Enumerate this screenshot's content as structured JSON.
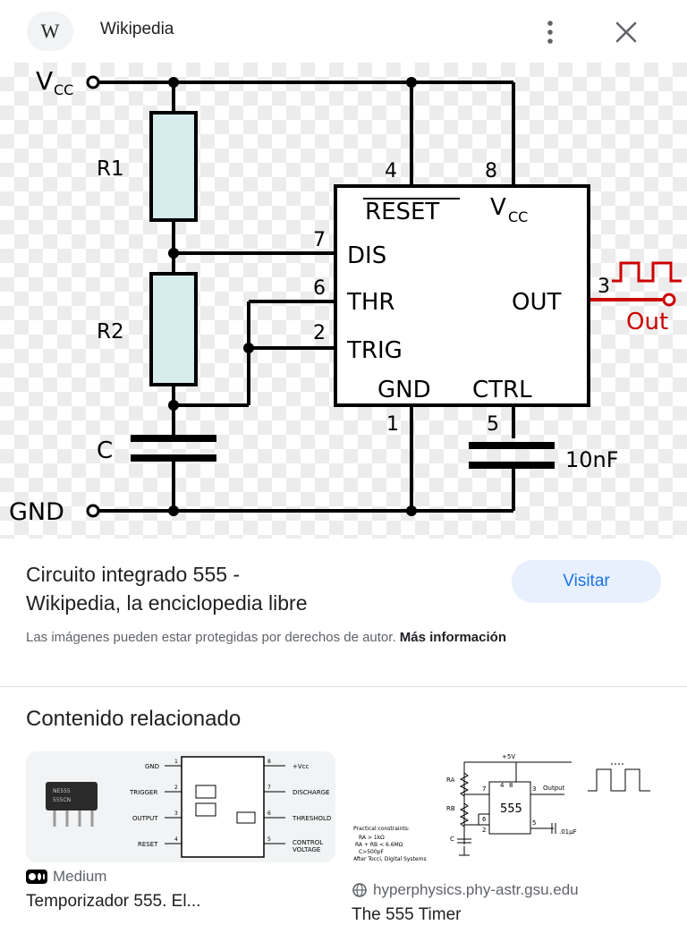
{
  "header": {
    "logo_letter": "W",
    "site_name": "Wikipedia",
    "icons": [
      "more-vert-icon",
      "close-icon"
    ]
  },
  "diagram": {
    "vcc_label": "V",
    "vcc_sub": "CC",
    "gnd_label": "GND",
    "r1_label": "R1",
    "r2_label": "R2",
    "c_label": "C",
    "cap_label": "10nF",
    "out_label": "Out",
    "pins": {
      "p4": "4",
      "p8": "8",
      "p7": "7",
      "p6": "6",
      "p2": "2",
      "p3": "3",
      "p1": "1",
      "p5": "5"
    },
    "chip": {
      "reset": "RESET",
      "vcc": "V",
      "vcc_sub": "CC",
      "dis": "DIS",
      "thr": "THR",
      "trig": "TRIG",
      "out": "OUT",
      "gnd": "GND",
      "ctrl": "CTRL"
    },
    "colors": {
      "wire": "#000000",
      "resistor_fill": "#d7ecec",
      "output": "#cc0000"
    }
  },
  "result": {
    "title_line1": "Circuito integrado 555 -",
    "title_line2": "Wikipedia, la enciclopedia libre",
    "visit_label": "Visitar",
    "copyright_text": "Las imágenes pueden estar protegidas por derechos de autor.",
    "more_info": "Más información"
  },
  "related": {
    "heading": "Contenido relacionado",
    "cards": [
      {
        "source": "Medium",
        "title": "Temporizador 555. El...",
        "labels": {
          "gnd": "GND",
          "trigger": "TRIGGER",
          "output": "OUTPUT",
          "reset": "RESET",
          "vcc": "+Vcc",
          "discharge": "DISCHARGE",
          "threshold": "THRESHOLD",
          "control": "CONTROL",
          "voltage": "VOLTAGE",
          "pin1": "1",
          "pin2": "2",
          "pin3": "3",
          "pin4": "4",
          "pin5": "5",
          "pin6": "6",
          "pin7": "7",
          "pin8": "8",
          "chip1": "NE555",
          "chip2": "555CN"
        }
      },
      {
        "source": "hyperphysics.phy-astr.gsu.edu",
        "title": "The 555 Timer",
        "labels": {
          "vplus": "+5V",
          "output": "Output",
          "chip": "555",
          "ra": "RA",
          "rb": "RB",
          "c": "C",
          "cap": ".01μF",
          "constraints": "Practical constraints:",
          "c1": "RA > 1kΩ",
          "c2": "RA + RB < 6.6MΩ",
          "c3": "C>500pF",
          "credit": "After Tocci, Digital Systems",
          "p7": "7",
          "p6": "6",
          "p2": "2",
          "p3": "3",
          "p5": "5",
          "p8": "8",
          "p4": "4"
        }
      }
    ]
  }
}
